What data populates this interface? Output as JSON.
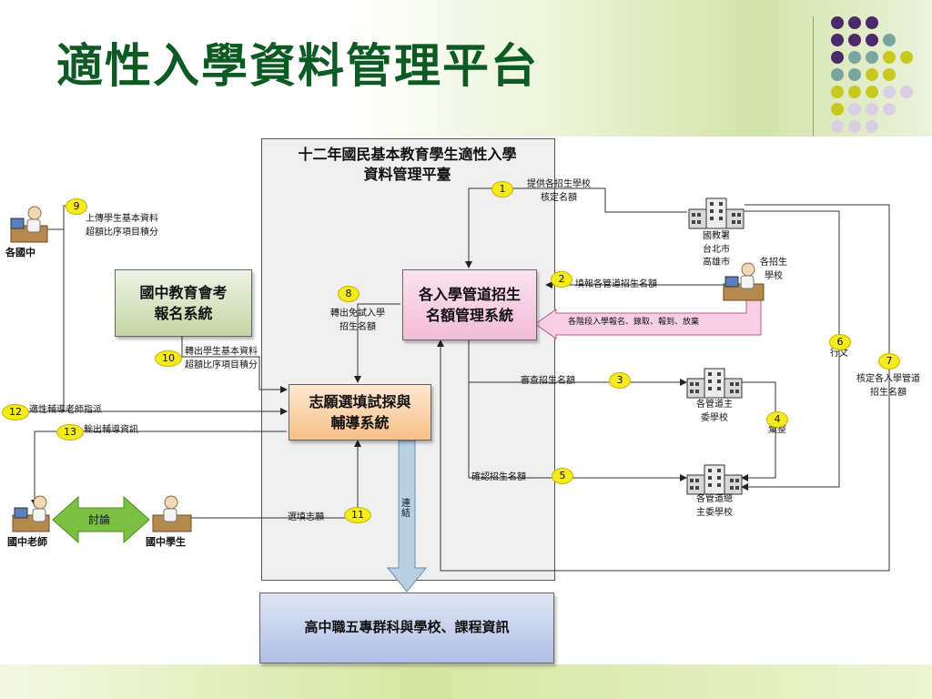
{
  "slide": {
    "title": "適性入學資料管理平台"
  },
  "platform": {
    "title_line1": "十二年國民基本教育學生適性入學",
    "title_line2": "資料管理平臺"
  },
  "boxes": {
    "exam_registration": "國中教育會考\n報名系統",
    "admission_quota": "各入學管道招生\n名額管理系統",
    "counseling": "志願選填試探與\n輔導系統",
    "school_info": "高中職五專群科與學校、課程資訊"
  },
  "actors": {
    "junior_high": "各國中",
    "teacher": "國中老師",
    "student": "國中學生",
    "enrolling_school": "各招生\n學校",
    "education_authority": "國教署\n台北市\n高雄市",
    "host_school": "各管道主\n委學校",
    "chief_host_school": "各管道總\n主委學校"
  },
  "labels": {
    "l1": "提供各招生學校\n核定名額",
    "l2": "填報各管道招生名額",
    "l3": "審查招生名額",
    "l4": "彙整",
    "l5": "確認招生名額",
    "l6": "行文",
    "l7": "核定各入學管道\n招生名額",
    "l8": "轉出免試入學\n招生名額",
    "l9": "上傳學生基本資料\n超額比序項目積分",
    "l10": "轉出學生基本資料\n超額比序項目積分",
    "l11": "選填志願",
    "l12": "適性輔導老師指派",
    "l13": "輸出輔導資訊",
    "pink_arrow": "各階段入學報名、錄取、報到、放棄",
    "discussion": "討論",
    "link": "連結"
  },
  "badges": [
    "1",
    "2",
    "3",
    "4",
    "5",
    "6",
    "7",
    "8",
    "9",
    "10",
    "11",
    "12",
    "13"
  ],
  "colors": {
    "title": "#0e5a24",
    "badge": "#f4ea1c",
    "green_box": "#c5d5a5",
    "pink_box": "#f2bcd7",
    "orange_box": "#f6c08a",
    "blue_box": "#aebfe4",
    "discussion_arrow": "#7bc043",
    "link_arrow": "#a9c3dc"
  }
}
